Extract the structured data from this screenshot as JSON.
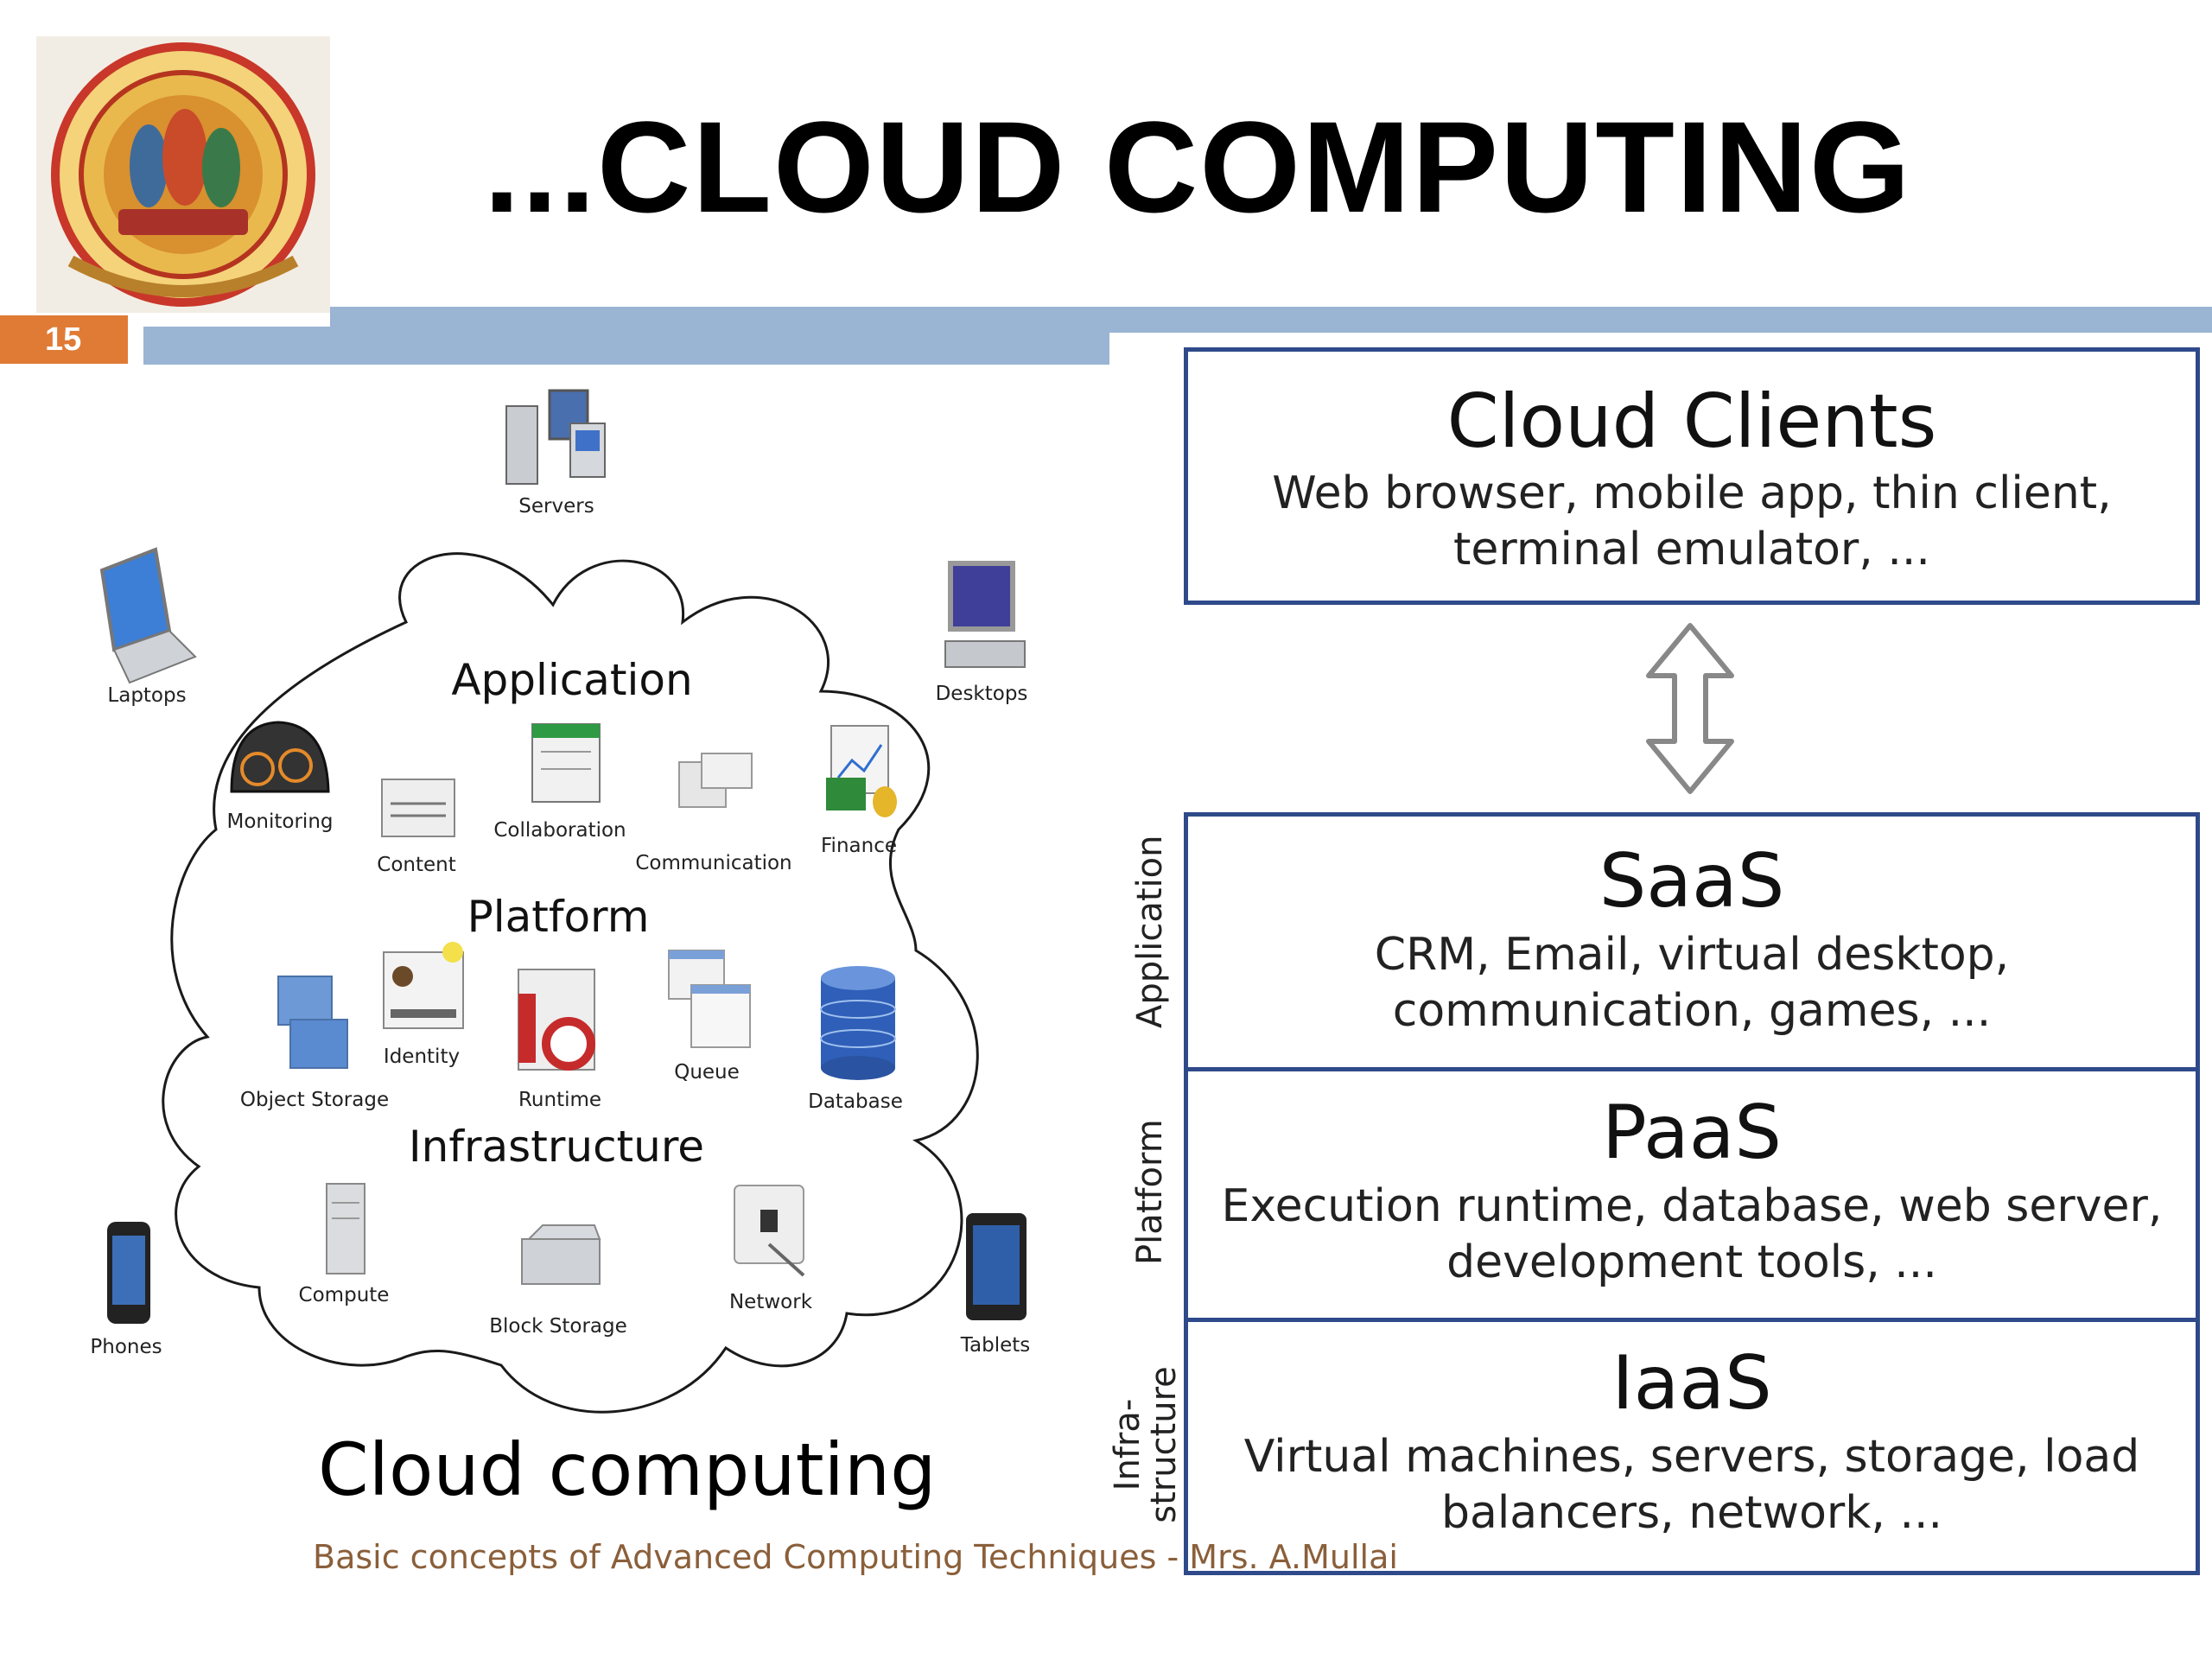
{
  "slide": {
    "number": "15",
    "title": "...CLOUD COMPUTING",
    "footer": "Basic concepts of Advanced Computing Techniques - Mrs. A.Mullai"
  },
  "colors": {
    "accent_blue": "#9ab4d3",
    "accent_orange": "#e07b35",
    "box_border": "#2f4a8a"
  },
  "diagram": {
    "caption": "Cloud computing",
    "devices": {
      "servers": "Servers",
      "laptops": "Laptops",
      "desktops": "Desktops",
      "phones": "Phones",
      "tablets": "Tablets"
    },
    "sections": {
      "application": "Application",
      "platform": "Platform",
      "infrastructure": "Infrastructure"
    },
    "application_items": {
      "monitoring": "Monitoring",
      "content": "Content",
      "collaboration": "Collaboration",
      "communication": "Communication",
      "finance": "Finance"
    },
    "platform_items": {
      "object_storage": "Object Storage",
      "identity": "Identity",
      "runtime": "Runtime",
      "queue": "Queue",
      "database": "Database"
    },
    "infrastructure_items": {
      "compute": "Compute",
      "block_storage": "Block Storage",
      "network": "Network"
    }
  },
  "stack": {
    "clients": {
      "title": "Cloud Clients",
      "desc": "Web browser, mobile app, thin client, terminal emulator, ..."
    },
    "saas": {
      "title": "SaaS",
      "desc": "CRM, Email, virtual desktop, communication, games, ...",
      "side": "Application"
    },
    "paas": {
      "title": "PaaS",
      "desc": "Execution runtime, database, web server, development tools, ...",
      "side": "Platform"
    },
    "iaas": {
      "title": "IaaS",
      "desc": "Virtual machines, servers, storage, load balancers, network, ...",
      "side_line1": "Infra-",
      "side_line2": "structure"
    }
  }
}
